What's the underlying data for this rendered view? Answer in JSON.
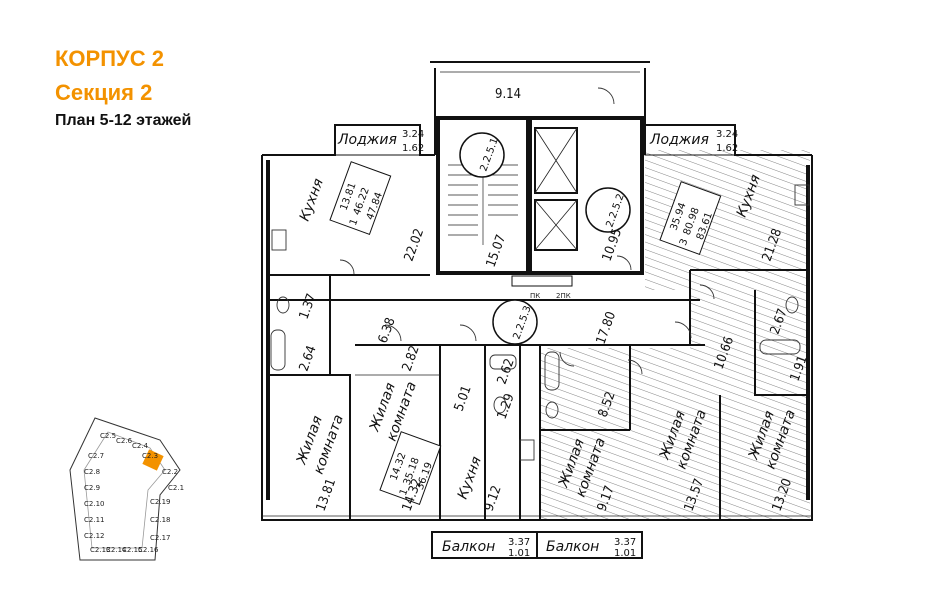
{
  "header": {
    "building": "КОРПУС 2",
    "section": "Секция 2",
    "plan": "План 5-12 этажей"
  },
  "rooms": {
    "loggia_label": "Лоджия",
    "kitchen_label": "Кухня",
    "living_label_line1": "Жилая",
    "living_label_line2": "комната",
    "balcony_label": "Балкон",
    "loggia_top_area": "9.14",
    "loggia_left_dims": [
      "3.24",
      "1.62"
    ],
    "loggia_right_dims": [
      "3.24",
      "1.62"
    ],
    "balcony_left_dims": [
      "3.37",
      "1.01"
    ],
    "balcony_right_dims": [
      "3.37",
      "1.01"
    ],
    "areas": {
      "kitchen_left": "22.02",
      "stair": "15.07",
      "elevator_hall": "10.95",
      "corridor": "17.80",
      "bath_left_upper": "1.37",
      "hall_left": "6.38",
      "bath_left_lower": "2.64",
      "closet_center": "2.82",
      "hall_center": "5.01",
      "bath_center_upper": "2.62",
      "bath_center_lower": "1.29",
      "living_left": "13.81",
      "living_center": "14.32",
      "kitchen_center": "9.12",
      "hall_right": "8.52",
      "living_right_1": "9.17",
      "living_right_2": "13.57",
      "living_right_3": "13.20",
      "kitchen_right": "21.28",
      "bath_right_upper": "2.67",
      "hall_right_upper": "10.66",
      "bath_right_lower": "1.91"
    }
  },
  "apartments": [
    {
      "id": "apt-1-upper",
      "rooms": "1",
      "living": "13.81",
      "total": "46.22",
      "with_loggia": "47.84"
    },
    {
      "id": "apt-3-right",
      "rooms": "3",
      "living": "35.94",
      "total": "80.98",
      "with_loggia": "83.61"
    },
    {
      "id": "apt-1-center",
      "rooms": "1",
      "living": "14.32",
      "total": "35.18",
      "with_loggia": "36.19"
    }
  ],
  "codes": {
    "stair": "2.2.5.1",
    "elevator": "2.2.5.2",
    "corridor": "2.2.5.3"
  },
  "fire": {
    "pk": "ПК",
    "pk2": "2ПК"
  },
  "keyplan": {
    "labels": [
      "С2.5",
      "С2.6",
      "С2.4",
      "С2.3",
      "С2.2",
      "С2.1",
      "С2.7",
      "С2.8",
      "С2.9",
      "С2.10",
      "С2.11",
      "С2.12",
      "С2.13",
      "С2.14",
      "С2.15",
      "С2.16",
      "С2.17",
      "С2.18",
      "С2.19"
    ],
    "highlight_color": "#f39200"
  }
}
